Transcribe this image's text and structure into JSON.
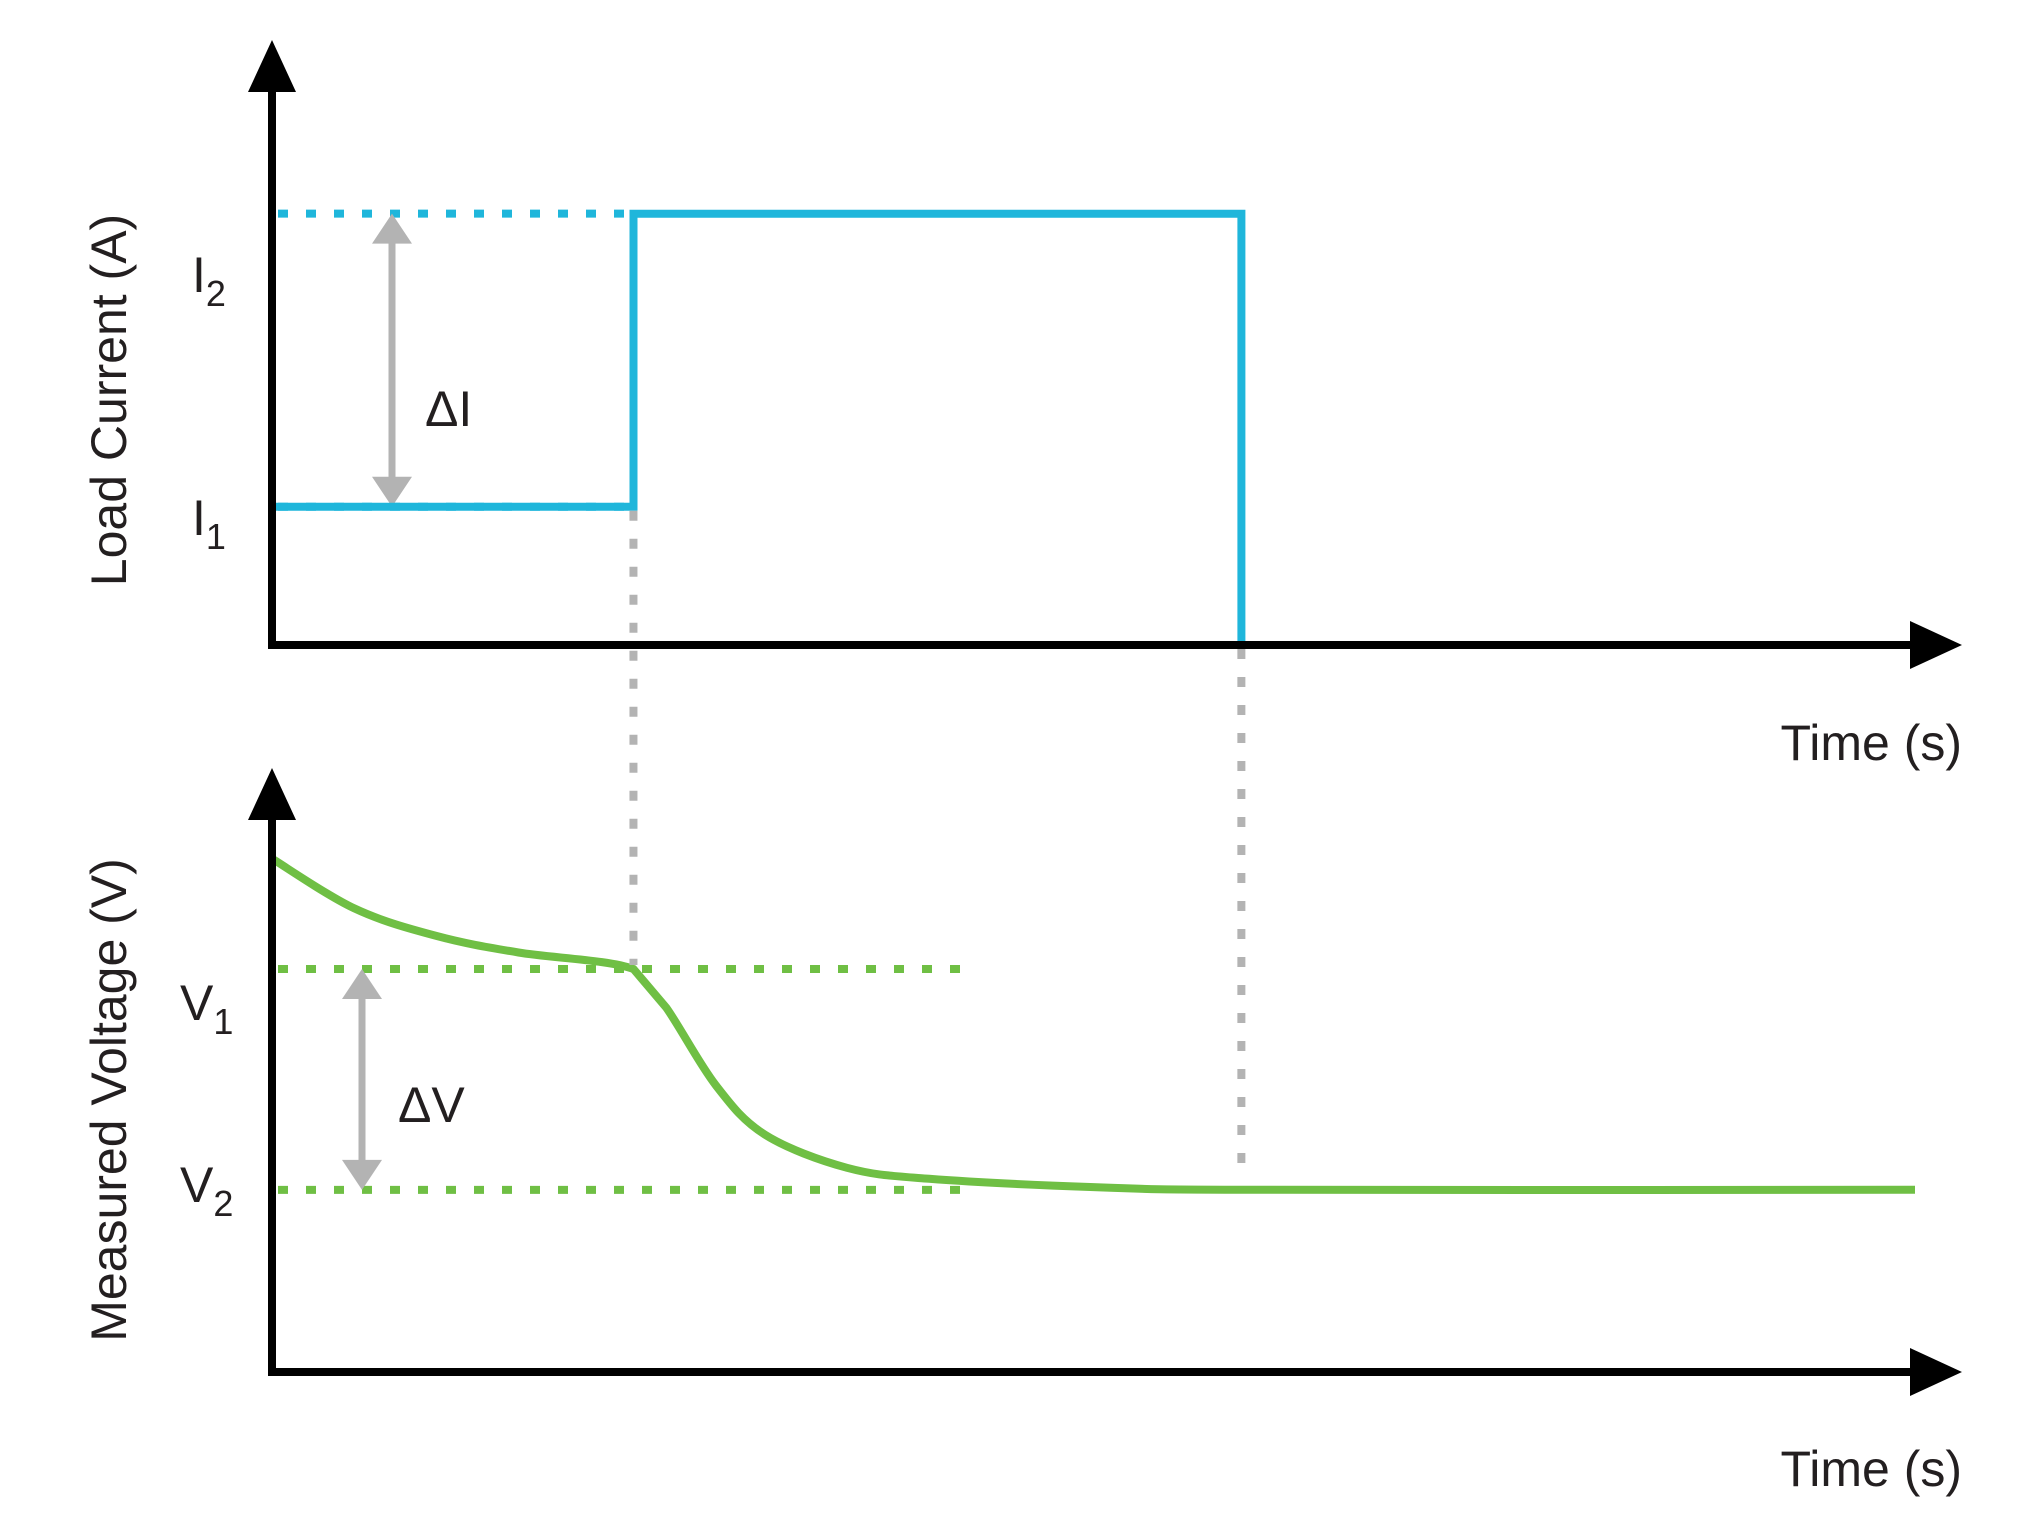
{
  "chart_data": [
    {
      "type": "line",
      "ylabel": "Load Current (A)",
      "xlabel": "Time (s)",
      "x_range": [
        0,
        10
      ],
      "y_range": [
        0,
        10
      ],
      "levels": [
        {
          "main": "I",
          "sub": "2",
          "value": 7.8
        },
        {
          "main": "I",
          "sub": "1",
          "value": 2.5
        }
      ],
      "delta": {
        "label": "ΔI",
        "from": 2.5,
        "to": 7.8
      },
      "series": [
        {
          "color": "#1fb6db",
          "points": [
            [
              0,
              2.5
            ],
            [
              2.2,
              2.5
            ],
            [
              2.2,
              7.8
            ],
            [
              5.9,
              7.8
            ],
            [
              5.9,
              0
            ],
            [
              10,
              0
            ]
          ]
        }
      ]
    },
    {
      "type": "line",
      "ylabel": "Measured Voltage (V)",
      "xlabel": "Time (s)",
      "x_range": [
        0,
        10
      ],
      "y_range": [
        0,
        10
      ],
      "levels": [
        {
          "main": "V",
          "sub": "1",
          "value": 7.3
        },
        {
          "main": "V",
          "sub": "2",
          "value": 3.3
        }
      ],
      "delta": {
        "label": "ΔV",
        "from": 7.3,
        "to": 3.3
      },
      "series": [
        {
          "color": "#6fbf44",
          "points": [
            [
              0,
              9.3
            ],
            [
              0.5,
              8.4
            ],
            [
              1.0,
              7.9
            ],
            [
              1.5,
              7.6
            ],
            [
              2.2,
              7.3
            ],
            [
              2.4,
              6.6
            ],
            [
              2.7,
              5.2
            ],
            [
              3.0,
              4.3
            ],
            [
              3.5,
              3.7
            ],
            [
              4.0,
              3.5
            ],
            [
              5.0,
              3.35
            ],
            [
              6.0,
              3.3
            ],
            [
              10,
              3.3
            ]
          ]
        }
      ]
    }
  ],
  "transition_times": [
    2.2,
    5.9
  ],
  "colors": {
    "current": "#1fb6db",
    "voltage": "#6fbf44",
    "guides": "#b3b3b3",
    "axes": "#000000"
  }
}
